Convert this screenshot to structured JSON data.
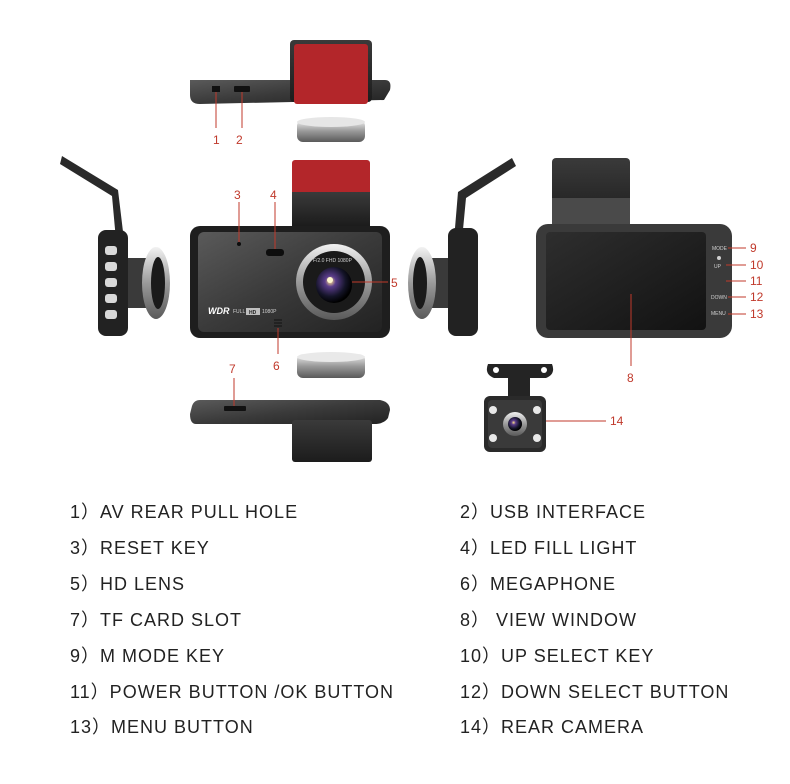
{
  "callouts": {
    "c1": "1",
    "c2": "2",
    "c3": "3",
    "c4": "4",
    "c5": "5",
    "c6": "6",
    "c7": "7",
    "c8": "8",
    "c9": "9",
    "c10": "10",
    "c11": "11",
    "c12": "12",
    "c13": "13",
    "c14": "14"
  },
  "device_labels": {
    "brand_wdr": "WDR",
    "brand_full": "FULL",
    "brand_hd": "HD",
    "brand_1080p": "1080P",
    "button_mode": "MODE",
    "button_up": "UP",
    "button_down": "DOWN",
    "button_menu": "MENU"
  },
  "legend": [
    "1）AV REAR PULL HOLE",
    "2）USB INTERFACE",
    "3）RESET KEY",
    "4）LED FILL LIGHT",
    "5）HD LENS",
    "6）MEGAPHONE",
    "7）TF CARD SLOT",
    "8）  VIEW WINDOW",
    "9）M MODE KEY",
    "10）UP SELECT KEY",
    "11）POWER BUTTON /OK BUTTON",
    "12）DOWN SELECT BUTTON",
    "13）MENU BUTTON",
    "14）REAR CAMERA"
  ],
  "colors": {
    "callout": "#c0392b",
    "adhesive": "#b3262a",
    "body_dark": "#2a2a2a",
    "body_mid": "#4a4a4a"
  }
}
